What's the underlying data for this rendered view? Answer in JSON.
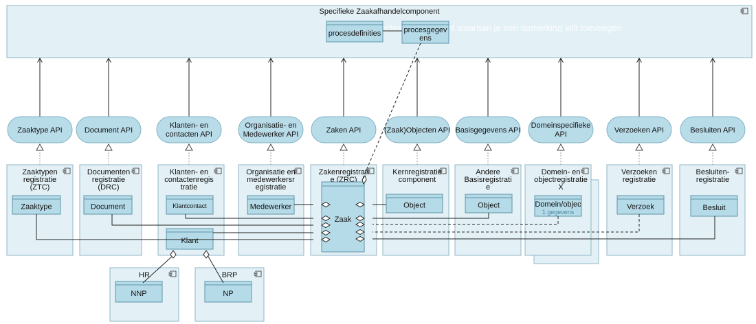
{
  "title": "Specifieke Zaakafhandelcomponent",
  "tooltip": "Selecteer het element waaraan je een opmerking wilt toevoegen",
  "top_items": {
    "procesdefinities": "procesdefinities",
    "procesgegevens": [
      "procesgegev",
      "ens"
    ]
  },
  "apis": [
    {
      "lines": [
        "Zaaktype API"
      ]
    },
    {
      "lines": [
        "Document API"
      ]
    },
    {
      "lines": [
        "Klanten- en",
        "contacten API"
      ]
    },
    {
      "lines": [
        "Organisatie- en",
        "Medewerker API"
      ]
    },
    {
      "lines": [
        "Zaken API"
      ]
    },
    {
      "lines": [
        "(Zaak)Objecten API"
      ]
    },
    {
      "lines": [
        "Basisgegevens API"
      ]
    },
    {
      "lines": [
        "Domeinspecifieke",
        "API"
      ]
    },
    {
      "lines": [
        "Verzoeken API"
      ]
    },
    {
      "lines": [
        "Besluiten API"
      ]
    }
  ],
  "components": [
    {
      "lines": [
        "Zaaktypen",
        "registratie",
        "(ZTC)"
      ],
      "inner": "Zaaktype"
    },
    {
      "lines": [
        "Documenten",
        "registratie",
        "(DRC)"
      ],
      "inner": "Document"
    },
    {
      "lines": [
        "Klanten- en",
        "contactenregis",
        "tratie"
      ],
      "inner": "Klantcontact"
    },
    {
      "lines": [
        "Organisatie en",
        "medewerkersr",
        "egistratie"
      ],
      "inner": "Medewerker"
    },
    {
      "lines": [
        "Zakenregistrati",
        "e (ZRC)"
      ],
      "inner": "Zaak"
    },
    {
      "lines": [
        "Kernregistratie",
        "component"
      ],
      "inner": "Object"
    },
    {
      "lines": [
        "Andere",
        "Basisregistrati",
        "e"
      ],
      "inner": "Object"
    },
    {
      "lines": [
        "Domein- en",
        "objectregistratie",
        "X"
      ],
      "inner": "Domein/objec",
      "inner_sub": "1 gegevens"
    },
    {
      "lines": [
        "Verzoeken",
        "registratie"
      ],
      "inner": "Verzoek"
    },
    {
      "lines": [
        "Besluiten-",
        "registratie"
      ],
      "inner": "Besluit"
    }
  ],
  "klant": "Klant",
  "bottom": [
    {
      "label": "HR",
      "inner": "NNP"
    },
    {
      "label": "BRP",
      "inner": "NP"
    }
  ]
}
